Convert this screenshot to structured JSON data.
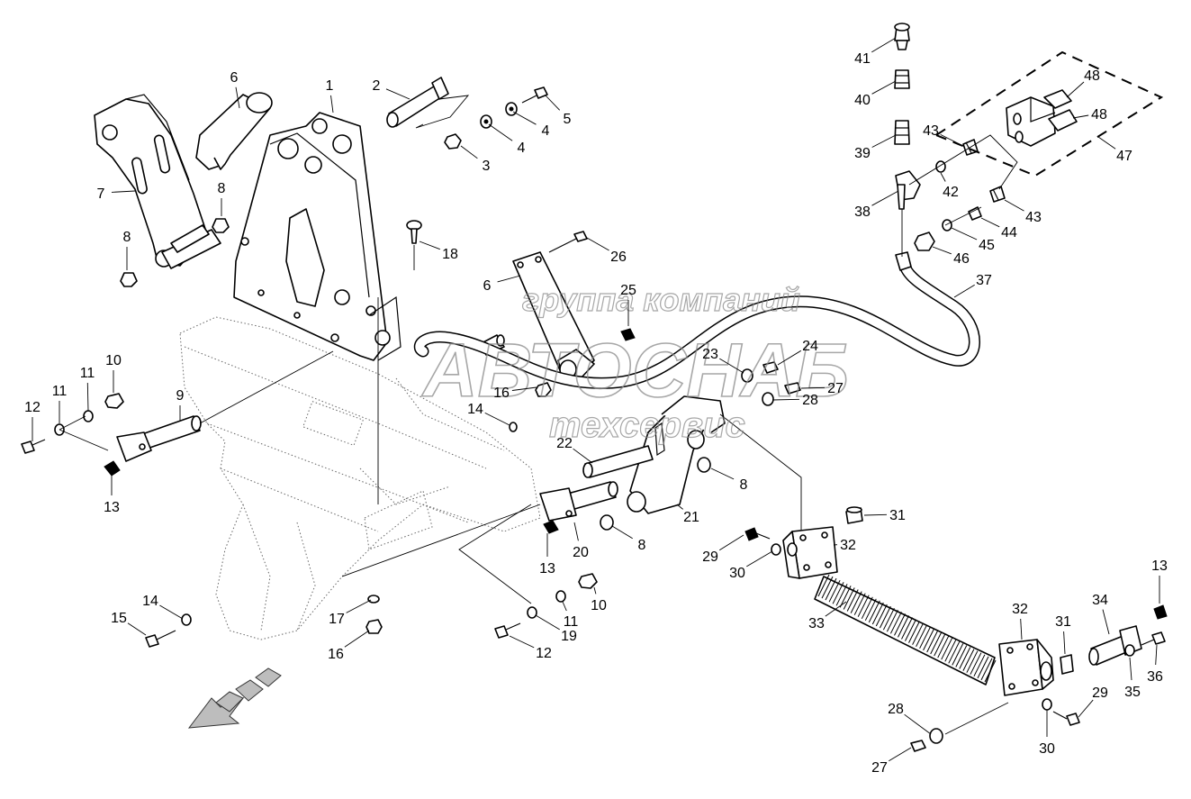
{
  "watermark": {
    "line1": "группа компаний",
    "line2": "АВТОСНАБ",
    "line3": "техсервис"
  },
  "callouts": [
    "1",
    "2",
    "3",
    "4",
    "4",
    "5",
    "6",
    "6",
    "7",
    "8",
    "8",
    "8",
    "8",
    "9",
    "10",
    "10",
    "11",
    "11",
    "11",
    "12",
    "12",
    "13",
    "13",
    "13",
    "14",
    "14",
    "15",
    "16",
    "16",
    "17",
    "18",
    "19",
    "20",
    "21",
    "22",
    "23",
    "24",
    "25",
    "26",
    "27",
    "27",
    "28",
    "28",
    "29",
    "29",
    "30",
    "30",
    "31",
    "31",
    "32",
    "32",
    "33",
    "34",
    "35",
    "36",
    "37",
    "38",
    "39",
    "40",
    "41",
    "42",
    "43",
    "43",
    "44",
    "45",
    "46",
    "47",
    "48",
    "48"
  ],
  "icons": {
    "direction_arrow": "forward-direction-arrow-icon",
    "bolt": "bolt-icon",
    "nut": "nut-icon",
    "washer": "washer-icon",
    "spring": "spring-icon",
    "hose": "hose-icon",
    "valve": "valve-icon"
  },
  "colors": {
    "line": "#000000",
    "frame_dotted": "#666666",
    "watermark": "#8a8a8a",
    "background": "#ffffff"
  }
}
